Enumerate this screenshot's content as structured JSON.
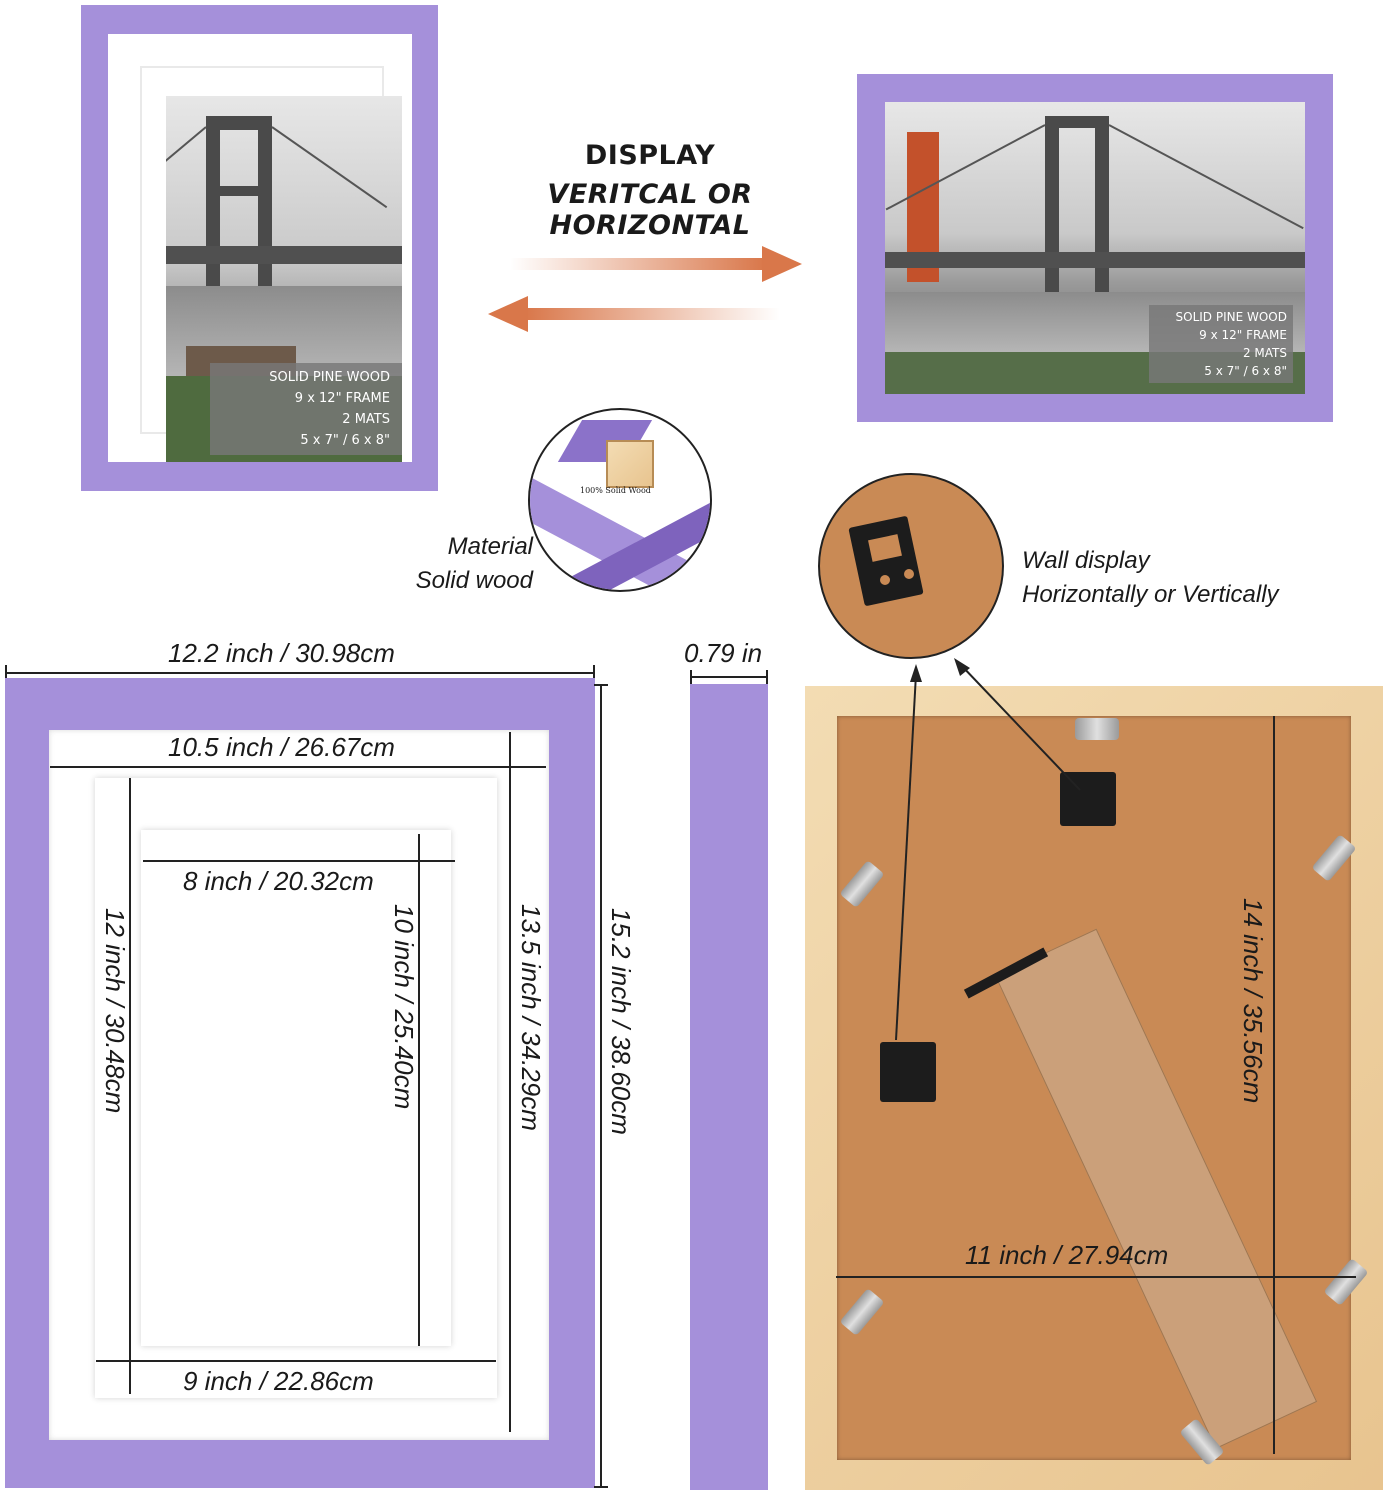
{
  "headline": {
    "line1": "DISPLAY",
    "line2": "VERITCAL OR HORIZONTAL"
  },
  "photo_specs": {
    "vertical": [
      "SOLID PINE WOOD",
      "9 x 12\" FRAME",
      "2 MATS",
      "5 x 7\" / 6 x 8\""
    ],
    "horizontal": [
      "SOLID PINE WOOD",
      "9 x 12\" FRAME",
      "2 MATS",
      "5 x 7\" / 6 x 8\""
    ]
  },
  "material": {
    "line1": "Material",
    "line2": "Solid wood",
    "tag": "100% Solid Wood"
  },
  "wall_display": {
    "line1": "Wall display",
    "line2": "Horizontally or Vertically"
  },
  "dimensions": {
    "outer_width": "12.2 inch / 30.98cm",
    "outer_height": "15.2 inch / 38.60cm",
    "mat_width": "10.5 inch / 26.67cm",
    "mat_height": "13.5 inch / 34.29cm",
    "inner_mat_width": "9 inch / 22.86cm",
    "inner_mat_height": "12 inch / 30.48cm",
    "opening_width": "8 inch / 20.32cm",
    "opening_height": "10 inch / 25.40cm",
    "depth": "0.79 in",
    "back_width": "11 inch / 27.94cm",
    "back_height": "14 inch / 35.56cm"
  },
  "colors": {
    "frame": "#a590da",
    "arrow": "#d9774a",
    "cardboard": "#c98a55",
    "wood": "#ecd0a2"
  }
}
